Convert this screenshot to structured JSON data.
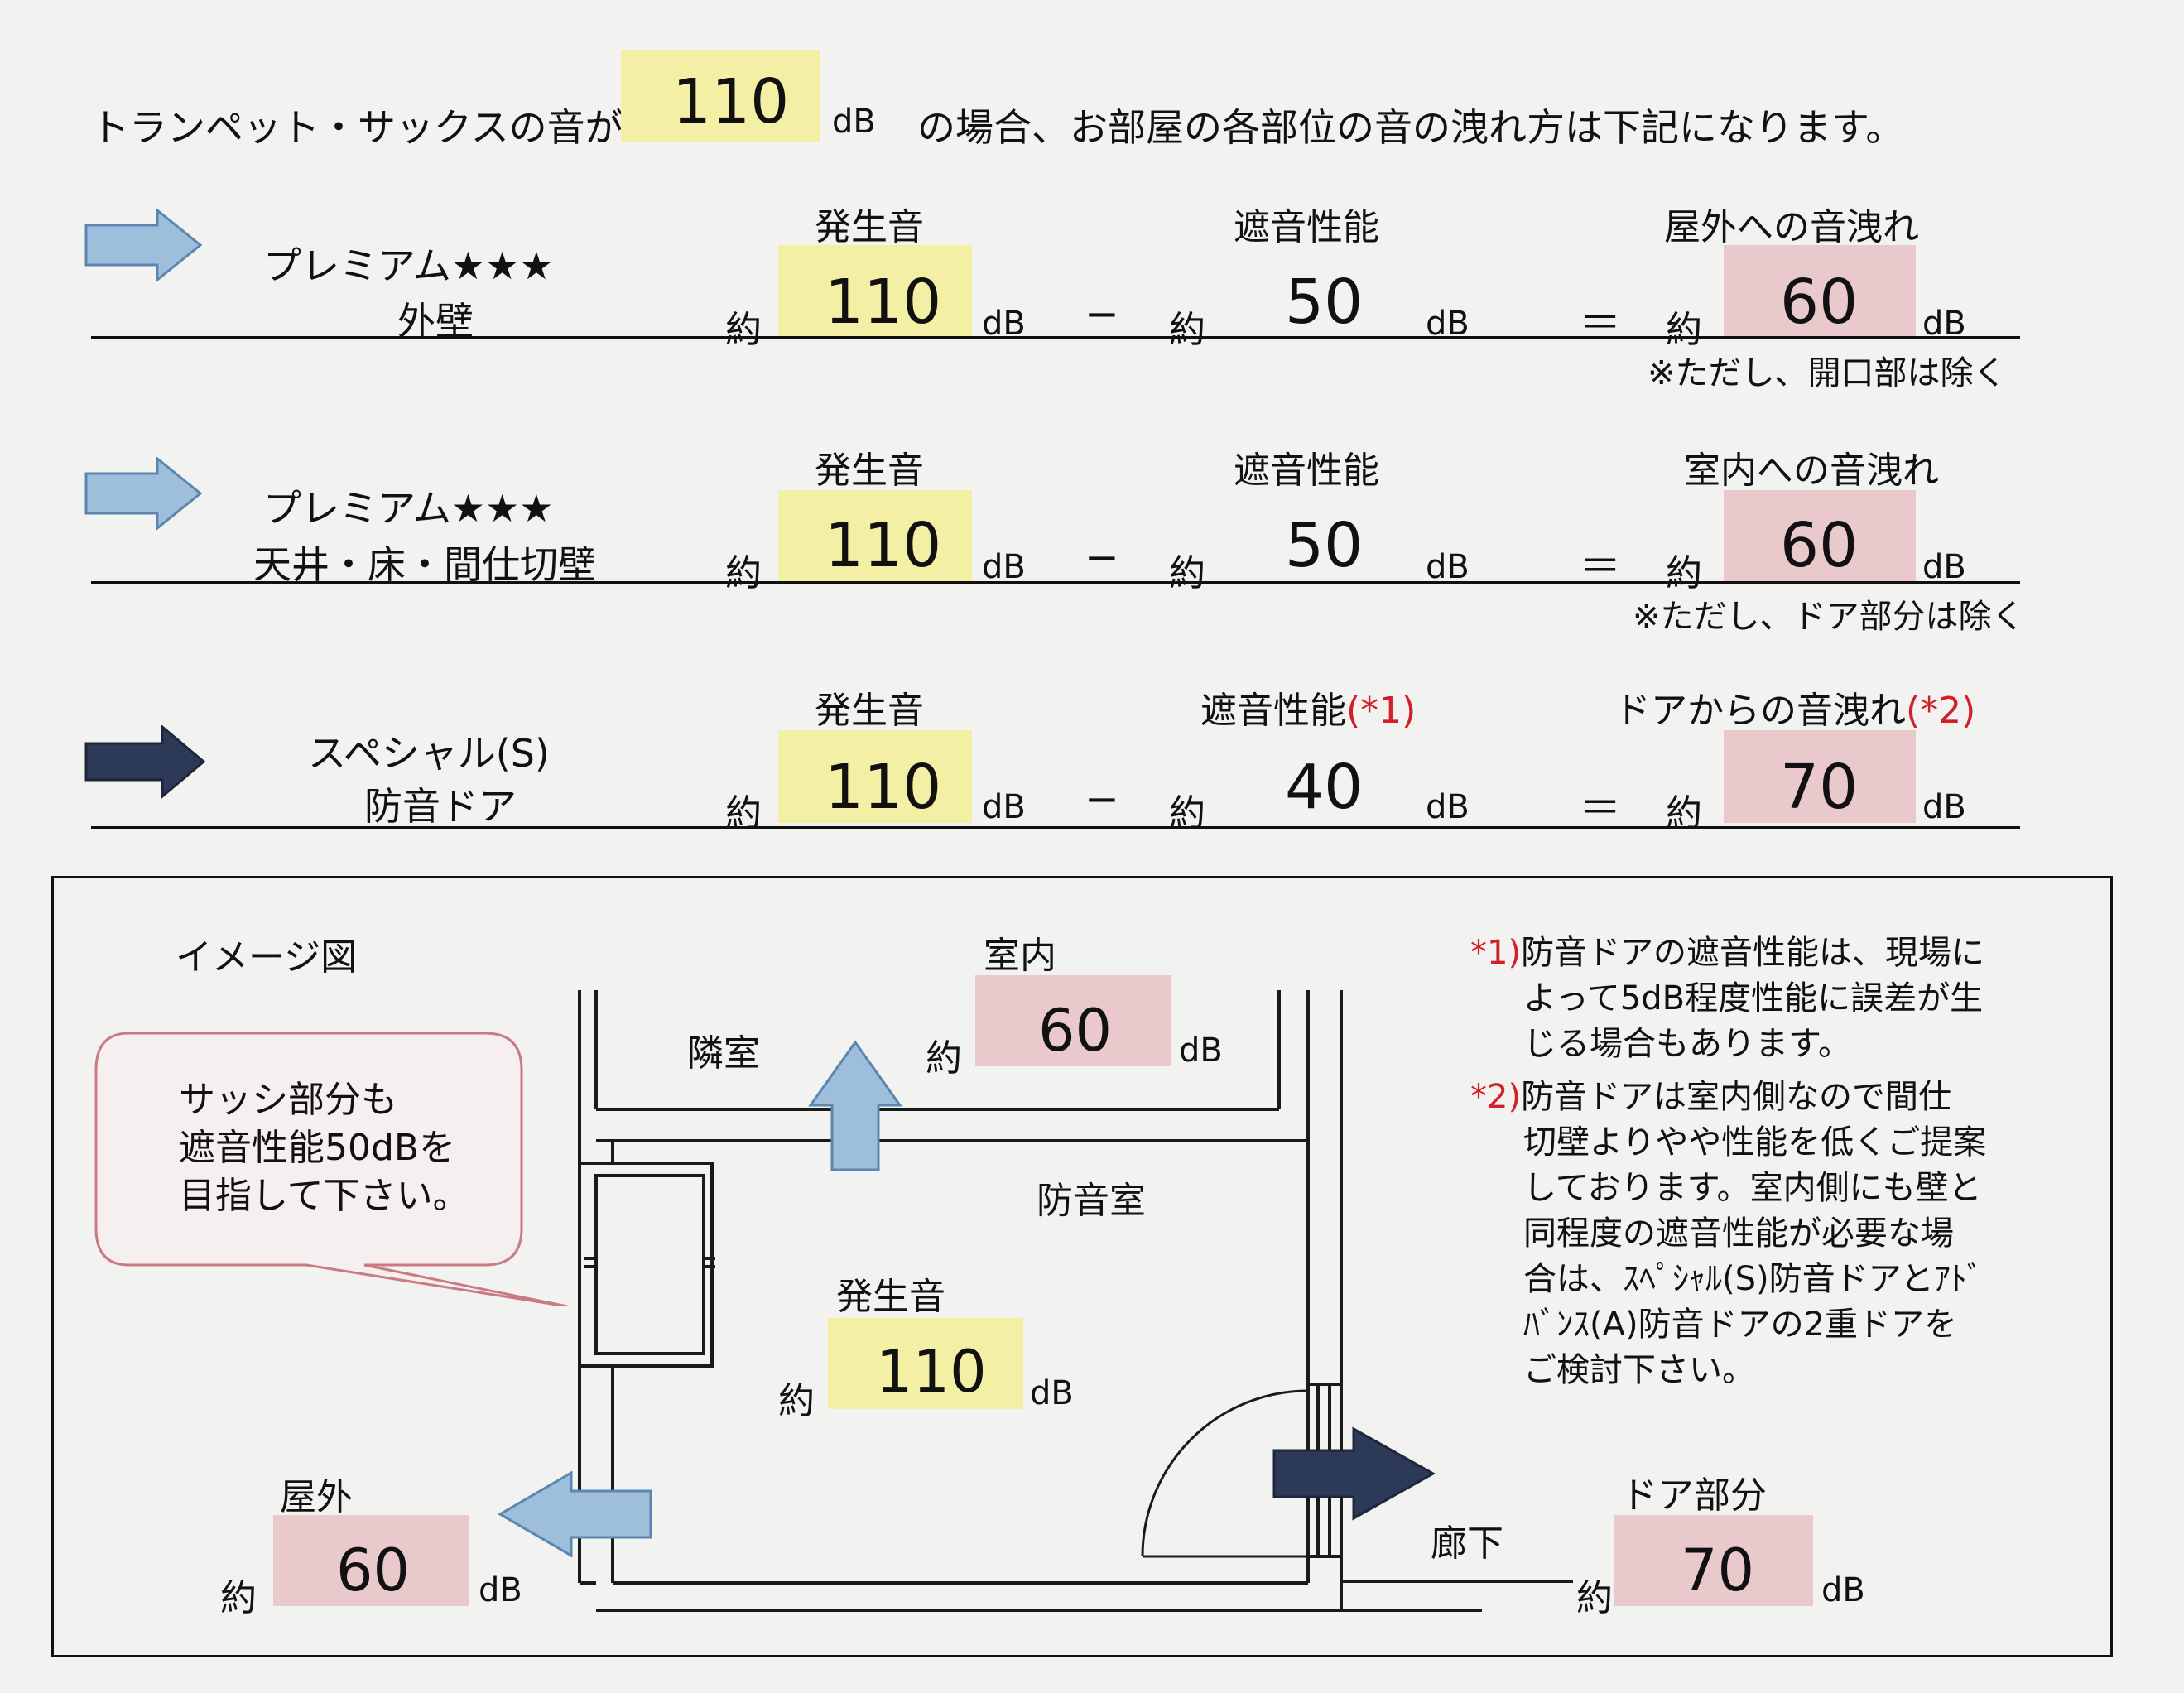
{
  "header": {
    "prefix": "トランペット・サックスの音が",
    "level": "110",
    "unit": "dB",
    "suffix": "の場合、お部屋の各部位の音の洩れ方は下記になります。"
  },
  "rows": [
    {
      "title_line1": "プレミアム★★★",
      "title_line2": "外壁",
      "col1_header": "発生音",
      "col2_header": "遮音性能",
      "col2_note": "",
      "col3_header": "屋外への音洩れ",
      "col3_note": "",
      "approx": "約",
      "source": "110",
      "insulation": "50",
      "result": "60",
      "unit": "dB",
      "minus": "−",
      "equals": "＝",
      "footnote": "※ただし、開口部は除く"
    },
    {
      "title_line1": "プレミアム★★★",
      "title_line2": "天井・床・間仕切壁",
      "col1_header": "発生音",
      "col2_header": "遮音性能",
      "col2_note": "",
      "col3_header": "室内への音洩れ",
      "col3_note": "",
      "approx": "約",
      "source": "110",
      "insulation": "50",
      "result": "60",
      "unit": "dB",
      "minus": "−",
      "equals": "＝",
      "footnote": "※ただし、ドア部分は除く"
    },
    {
      "title_line1": "スペシャル(S)",
      "title_line2": "防音ドア",
      "col1_header": "発生音",
      "col2_header": "遮音性能",
      "col2_note": "(*1)",
      "col3_header": "ドアからの音洩れ",
      "col3_note": "(*2)",
      "approx": "約",
      "source": "110",
      "insulation": "40",
      "result": "70",
      "unit": "dB",
      "minus": "−",
      "equals": "＝",
      "footnote": ""
    }
  ],
  "diagram": {
    "title": "イメージ図",
    "callout": [
      "サッシ部分も",
      "遮音性能50dBを",
      "目指して下さい。"
    ],
    "neighbor_room": "隣室",
    "indoor_label": "室内",
    "indoor_value": "60",
    "soundproof_room": "防音室",
    "source_label": "発生音",
    "source_value": "110",
    "outdoor_label": "屋外",
    "outdoor_value": "60",
    "corridor": "廊下",
    "door_label": "ドア部分",
    "door_value": "70",
    "approx": "約",
    "unit": "dB"
  },
  "notes": [
    {
      "mark": "*1)",
      "lines": [
        "防音ドアの遮音性能は、現場に",
        "よって5dB程度性能に誤差が生",
        "じる場合もあります。"
      ]
    },
    {
      "mark": "*2)",
      "lines": [
        "防音ドアは室内側なので間仕",
        "切壁よりやや性能を低くご提案",
        "しております。室内側にも壁と",
        "同程度の遮音性能が必要な場",
        "合は、ｽﾍﾟｼｬﾙ(S)防音ドアとｱﾄﾞ",
        "ﾊﾞﾝｽ(A)防音ドアの2重ドアを",
        "ご検討下さい。"
      ]
    }
  ],
  "colors": {
    "yellow": "#f3f0a6",
    "pink": "#e9c9cc",
    "light_arrow": "#9dbfdb",
    "dark_arrow": "#2d3a57",
    "note_red": "#d2202a"
  }
}
